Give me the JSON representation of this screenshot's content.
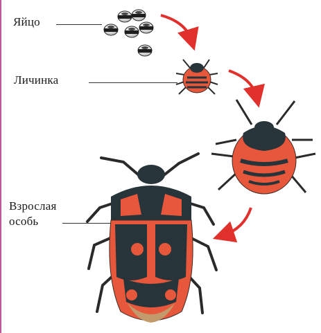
{
  "labels": {
    "egg": "Яйцо",
    "larva": "Личинка",
    "adult_line1": "Взрослая",
    "adult_line2": "особь"
  },
  "colors": {
    "arrow": "#e0312d",
    "bug_red": "#e6573b",
    "bug_dark": "#27343a",
    "page_border": "#c0579b"
  }
}
